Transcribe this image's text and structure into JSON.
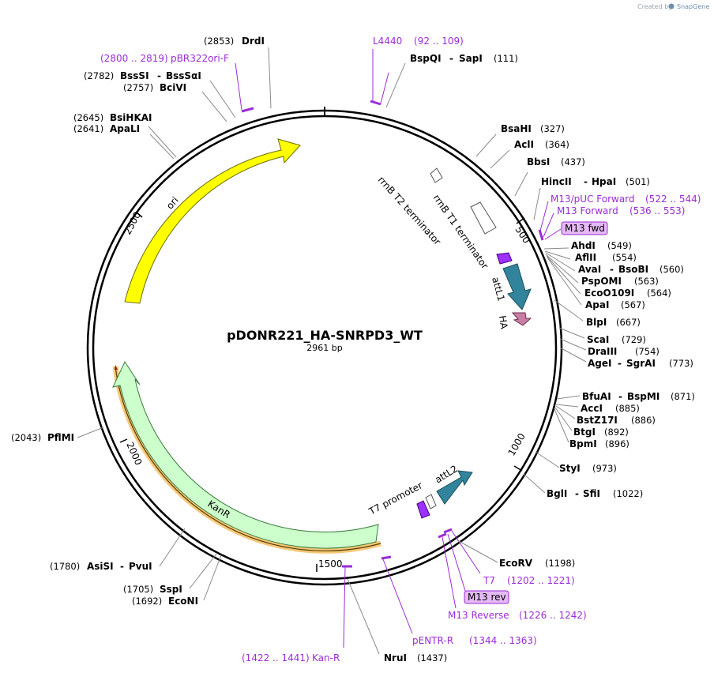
{
  "credit": {
    "created_by": "Created by",
    "brand": "SnapGene"
  },
  "plasmid": {
    "name": "pDONR221_HA-SNRPD3_WT",
    "size": "2961 bp"
  },
  "ticks": [
    "500",
    "1000",
    "1500",
    "2000",
    "2500"
  ],
  "features": {
    "ori": "ori",
    "kanr": "KanR",
    "rrnb_t2": "rrnB T2 terminator",
    "rrnb_t1": "rrnB T1 terminator",
    "attl1": "attL1",
    "ha": "HA",
    "t7_promoter": "T7 promoter",
    "attl2": "attL2"
  },
  "enzymes": {
    "drdi": {
      "name": "DrdI",
      "pos": "(2853)"
    },
    "bspqi": {
      "name": "BspQI",
      "sep": "-",
      "name2": "SapI",
      "pos": "(111)"
    },
    "bsssi": {
      "name": "BssSI",
      "sep": "-",
      "name2": "BssSαI",
      "pos": "(2782)"
    },
    "bcivi": {
      "name": "BciVI",
      "pos": "(2757)"
    },
    "bsihkai": {
      "name": "BsiHKAI",
      "pos": "(2645)"
    },
    "apali": {
      "name": "ApaLI",
      "pos": "(2641)"
    },
    "bsahi": {
      "name": "BsaHI",
      "pos": "(327)"
    },
    "acli": {
      "name": "AclI",
      "pos": "(364)"
    },
    "bbsi": {
      "name": "BbsI",
      "pos": "(437)"
    },
    "hincii": {
      "name": "HincII",
      "sep": "-",
      "name2": "HpaI",
      "pos": "(501)"
    },
    "ahdi": {
      "name": "AhdI",
      "pos": "(549)"
    },
    "aflii": {
      "name": "AflII",
      "pos": "(554)"
    },
    "avai": {
      "name": "AvaI",
      "sep": "-",
      "name2": "BsoBI",
      "pos": "(560)"
    },
    "pspomi": {
      "name": "PspOMI",
      "pos": "(563)"
    },
    "eco0109i": {
      "name": "EcoO109I",
      "pos": "(564)"
    },
    "apai": {
      "name": "ApaI",
      "pos": "(567)"
    },
    "blpi": {
      "name": "BlpI",
      "pos": "(667)"
    },
    "scai": {
      "name": "ScaI",
      "pos": "(729)"
    },
    "draiii": {
      "name": "DraIII",
      "pos": "(754)"
    },
    "agei": {
      "name": "AgeI",
      "sep": "-",
      "name2": "SgrAI",
      "pos": "(773)"
    },
    "bfuai": {
      "name": "BfuAI",
      "sep": "-",
      "name2": "BspMI",
      "pos": "(871)"
    },
    "acci": {
      "name": "AccI",
      "pos": "(885)"
    },
    "bstz17i": {
      "name": "BstZ17I",
      "pos": "(886)"
    },
    "btgi": {
      "name": "BtgI",
      "pos": "(892)"
    },
    "bpmi": {
      "name": "BpmI",
      "pos": "(896)"
    },
    "styi": {
      "name": "StyI",
      "pos": "(973)"
    },
    "bgli": {
      "name": "BglI",
      "sep": "-",
      "name2": "SfiI",
      "pos": "(1022)"
    },
    "ecorv": {
      "name": "EcoRV",
      "pos": "(1198)"
    },
    "prumi": {
      "name": "PflMI",
      "pos": "(2043)"
    },
    "asisi": {
      "name": "AsiSI",
      "sep": "-",
      "name2": "PvuI",
      "pos": "(1780)"
    },
    "sspi": {
      "name": "SspI",
      "pos": "(1705)"
    },
    "econi": {
      "name": "EcoNI",
      "pos": "(1692)"
    },
    "nrui": {
      "name": "NruI",
      "pos": "(1437)"
    }
  },
  "primers": {
    "l4440": {
      "name": "L4440",
      "range": "(92 .. 109)"
    },
    "pbr322": {
      "name": "pBR322ori-F",
      "range": "(2800 .. 2819)"
    },
    "m13puc": {
      "name": "M13/pUC Forward",
      "range": "(522 .. 544)"
    },
    "m13fwd_long": {
      "name": "M13 Forward",
      "range": "(536 .. 553)"
    },
    "m13fwd_box": "M13 fwd",
    "t7": {
      "name": "T7",
      "range": "(1202 .. 1221)"
    },
    "m13rev_box": "M13 rev",
    "m13rev": {
      "name": "M13 Reverse",
      "range": "(1226 .. 1242)"
    },
    "pentr": {
      "name": "pENTR-R",
      "range": "(1344 .. 1363)"
    },
    "kanr_primer": {
      "name": "Kan-R",
      "range": "(1422 .. 1441)"
    }
  },
  "colors": {
    "ori": "#ffff00",
    "kanr": "#ccffcc",
    "kanr_highlight": "#f5c97a",
    "att": "#31849b",
    "ha": "#c97fa3",
    "promoter": "#9b30ff",
    "primer": "#9b2cd6",
    "primer_box": "#e5b9f5"
  }
}
